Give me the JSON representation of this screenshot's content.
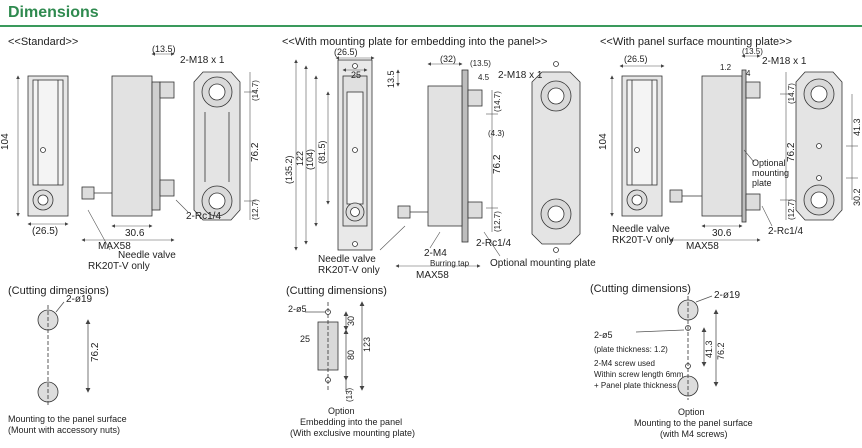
{
  "title": "Dimensions",
  "colors": {
    "title": "#2f8a4f",
    "rule": "#3a9a5c",
    "line": "#333333",
    "dim": "#555555",
    "body": "#d9d9d9",
    "glass": "#eeeeee"
  },
  "sections": {
    "standard": {
      "heading": "<<Standard>>",
      "labels": {
        "h104": "104",
        "w26_5": "(26.5)",
        "d13_5": "(13.5)",
        "m18": "2-M18 x 1",
        "d30_6": "30.6",
        "max58": "MAX58",
        "rc14": "2-Rc1/4",
        "nv1": "Needle valve",
        "nv2": "RK20T-V only",
        "d14_7": "(14.7)",
        "d76_2": "76.2",
        "d12_7": "(12.7)"
      },
      "cut": {
        "heading": "(Cutting dimensions)",
        "hole": "2-ø19",
        "pitch": "76.2",
        "note1": "Mounting to the panel surface",
        "note2": "(Mount with accessory nuts)"
      }
    },
    "embed": {
      "heading": "<<With mounting plate for embedding into the panel>>",
      "labels": {
        "w26_5": "(26.5)",
        "w25": "25",
        "d135_2": "(135.2)",
        "d122": "122",
        "d104": "(104)",
        "d81_5": "(81.5)",
        "d32": "(32)",
        "d13_5v": "13.5",
        "d13_5b": "(13.5)",
        "d4_5": "4.5",
        "m18": "2-M18 x 1",
        "d14_7": "(14.7)",
        "d4_3": "(4.3)",
        "d76_2": "76.2",
        "d12_7": "(12.7)",
        "rc14": "2-Rc1/4",
        "m4": "2-M4",
        "burring": "Burring tap",
        "optplate": "Optional mounting plate",
        "nv1": "Needle valve",
        "nv2": "RK20T-V only",
        "max58": "MAX58"
      },
      "cut": {
        "heading": "(Cutting dimensions)",
        "hole": "2-ø5",
        "w25": "25",
        "d30": "30",
        "d80": "80",
        "d123": "123",
        "d13": "(13)",
        "note1": "Option",
        "note2": "Embedding into the panel",
        "note3": "(With exclusive mounting plate)"
      }
    },
    "surface": {
      "heading": "<<With panel surface mounting plate>>",
      "labels": {
        "w26_5": "(26.5)",
        "d13_5": "(13.5)",
        "d1_2": "1.2",
        "d4": "4",
        "m18": "2-M18 x 1",
        "h104": "104",
        "opt1": "Optional",
        "opt2": "mounting",
        "opt3": "plate",
        "d14_7": "(14.7)",
        "d76_2": "76.2",
        "d41_3": "41.3",
        "d30_2": "30.2",
        "d12_7": "(12.7)",
        "nv1": "Needle valve",
        "nv2": "RK20T-V only",
        "d30_6": "30.6",
        "max58": "MAX58",
        "rc14": "2-Rc1/4"
      },
      "cut": {
        "heading": "(Cutting dimensions)",
        "hole19": "2-ø19",
        "hole5": "2-ø5",
        "thick": "(plate thickness: 1.2)",
        "screw1": "2-M4 screw used",
        "screw2": "Within screw length 6mm",
        "screw3": "+ Panel plate thickness",
        "d41_3": "41.3",
        "d76_2": "76.2",
        "note1": "Option",
        "note2": "Mounting to the panel surface",
        "note3": "(with M4 screws)"
      }
    }
  }
}
